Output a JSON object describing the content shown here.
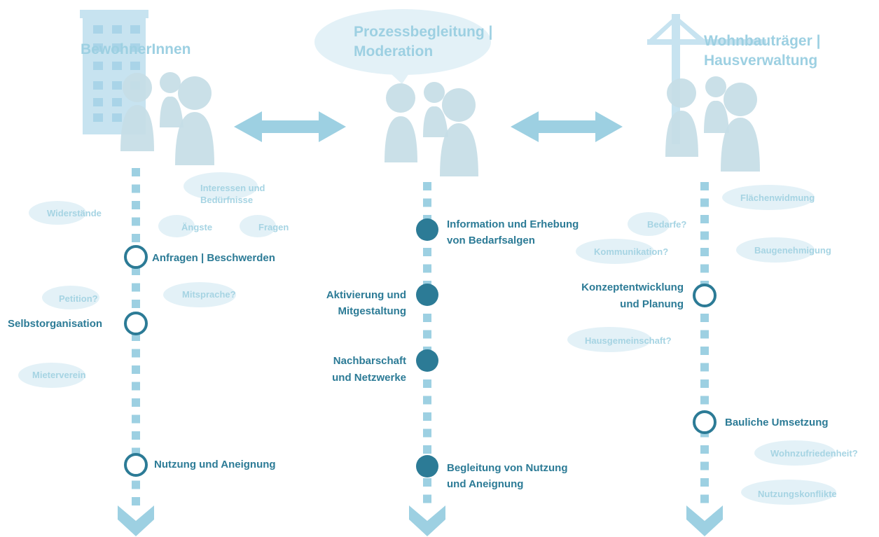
{
  "columns": [
    {
      "id": "residents",
      "heading": [
        "BewohnerInnen"
      ]
    },
    {
      "id": "moderation",
      "heading": [
        "Prozessbegleitung |",
        "Moderation"
      ]
    },
    {
      "id": "developer",
      "heading": [
        "Wohnbauträger |",
        "Hausverwaltung"
      ]
    }
  ],
  "steps": {
    "residents": [
      {
        "label": [
          "Anfragen | Beschwerden"
        ],
        "marker": "ring"
      },
      {
        "label": [
          "Selbstorganisation"
        ],
        "marker": "ring"
      },
      {
        "label": [
          "Nutzung und Aneignung"
        ],
        "marker": "ring"
      }
    ],
    "moderation": [
      {
        "label": [
          "Information und Erhebung",
          "von Bedarfsalgen"
        ],
        "marker": "dot"
      },
      {
        "label": [
          "Aktivierung und",
          "Mitgestaltung"
        ],
        "marker": "dot"
      },
      {
        "label": [
          "Nachbarschaft",
          "und Netzwerke"
        ],
        "marker": "dot"
      },
      {
        "label": [
          "Begleitung von Nutzung",
          "und Aneignung"
        ],
        "marker": "dot"
      }
    ],
    "developer": [
      {
        "label": [
          "Konzeptentwicklung",
          "und Planung"
        ],
        "marker": "ring"
      },
      {
        "label": [
          "Bauliche Umsetzung"
        ],
        "marker": "ring"
      }
    ]
  },
  "bubbles": {
    "residents": [
      [
        "Interessen und",
        "Bedürfnisse"
      ],
      [
        "Widerstände"
      ],
      [
        "Ängste"
      ],
      [
        "Fragen"
      ],
      [
        "Mitsprache?"
      ],
      [
        "Petition?"
      ],
      [
        "Mieterverein"
      ]
    ],
    "developer": [
      [
        "Flächenwidmung"
      ],
      [
        "Bedarfe?"
      ],
      [
        "Kommunikation?"
      ],
      [
        "Baugenehmigung"
      ],
      [
        "Hausgemeinschaft?"
      ],
      [
        "Wohnzufriedenheit?"
      ],
      [
        "Nutzungskonflikte"
      ]
    ]
  },
  "colors": {
    "timeline": "#9dd0e2",
    "people": "#c5dde6",
    "icon_bg": "#c7e3f0",
    "accent": "#2c7b96",
    "bubble_fill": "#e3f1f7",
    "heading": "#9dd0e2"
  }
}
